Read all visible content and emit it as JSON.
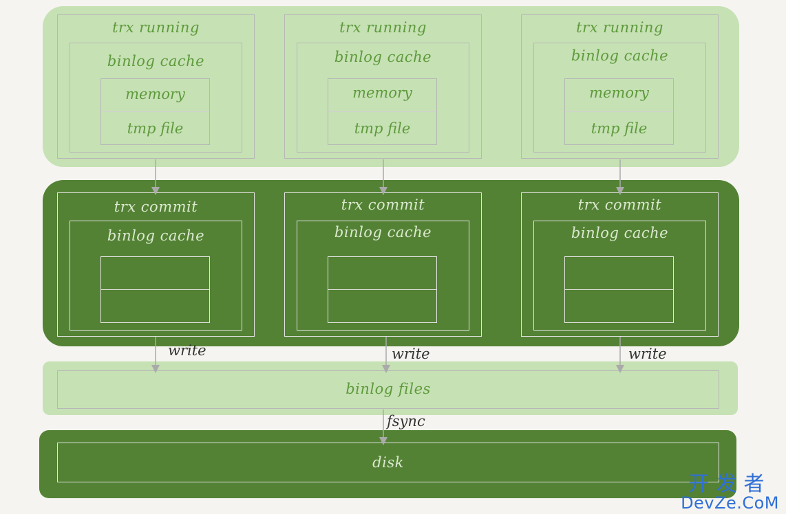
{
  "top_row": {
    "columns": [
      {
        "title": "trx running",
        "cache": "binlog cache",
        "cells": [
          "memory",
          "tmp file"
        ]
      },
      {
        "title": "trx running",
        "cache": "binlog cache",
        "cells": [
          "memory",
          "tmp file"
        ]
      },
      {
        "title": "trx running",
        "cache": "binlog cache",
        "cells": [
          "memory",
          "tmp file"
        ]
      }
    ]
  },
  "commit_row": {
    "columns": [
      {
        "title": "trx commit",
        "cache": "binlog cache"
      },
      {
        "title": "trx commit",
        "cache": "binlog cache"
      },
      {
        "title": "trx commit",
        "cache": "binlog cache"
      }
    ]
  },
  "write_labels": [
    "write",
    "write",
    "write"
  ],
  "binlog_files": "binlog files",
  "fsync_label": "fsync",
  "disk": "disk",
  "watermark": {
    "cn": "开发者",
    "en": "DevZe.CoM"
  },
  "colors": {
    "light_green": "#c6e1b4",
    "dark_green": "#548235",
    "text_green": "#5e9a3c"
  }
}
